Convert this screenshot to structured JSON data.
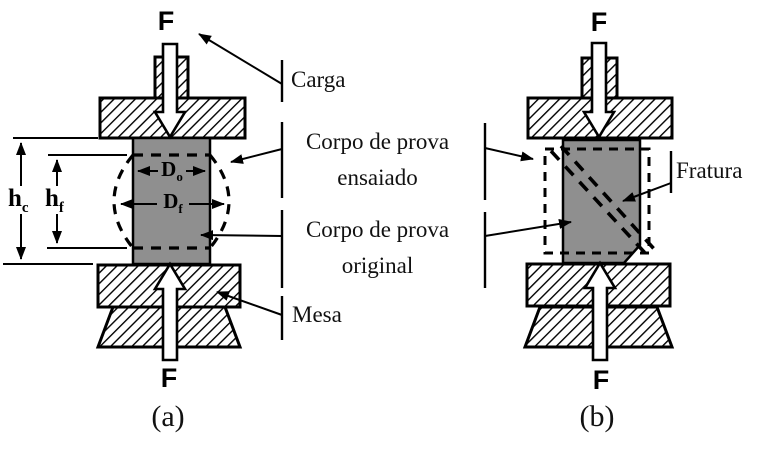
{
  "figure": {
    "description": "Esquema de ensaio de compressao",
    "force_label": "F",
    "captions": {
      "a": "(a)",
      "b": "(b)"
    }
  },
  "labels": {
    "carga": "Carga",
    "ensaiado_line1": "Corpo de prova",
    "ensaiado_line2": "ensaiado",
    "original_line1": "Corpo de prova",
    "original_line2": "original",
    "mesa": "Mesa",
    "fratura": "Fratura"
  },
  "dimensions": {
    "hc": {
      "main": "h",
      "sub": "c"
    },
    "hf": {
      "main": "h",
      "sub": "f"
    },
    "do": {
      "main": "D",
      "sub": "o"
    },
    "df": {
      "main": "D",
      "sub": "f"
    }
  },
  "colors": {
    "specimen": "#8f8f8f",
    "ink": "#000000",
    "background": "#ffffff"
  }
}
